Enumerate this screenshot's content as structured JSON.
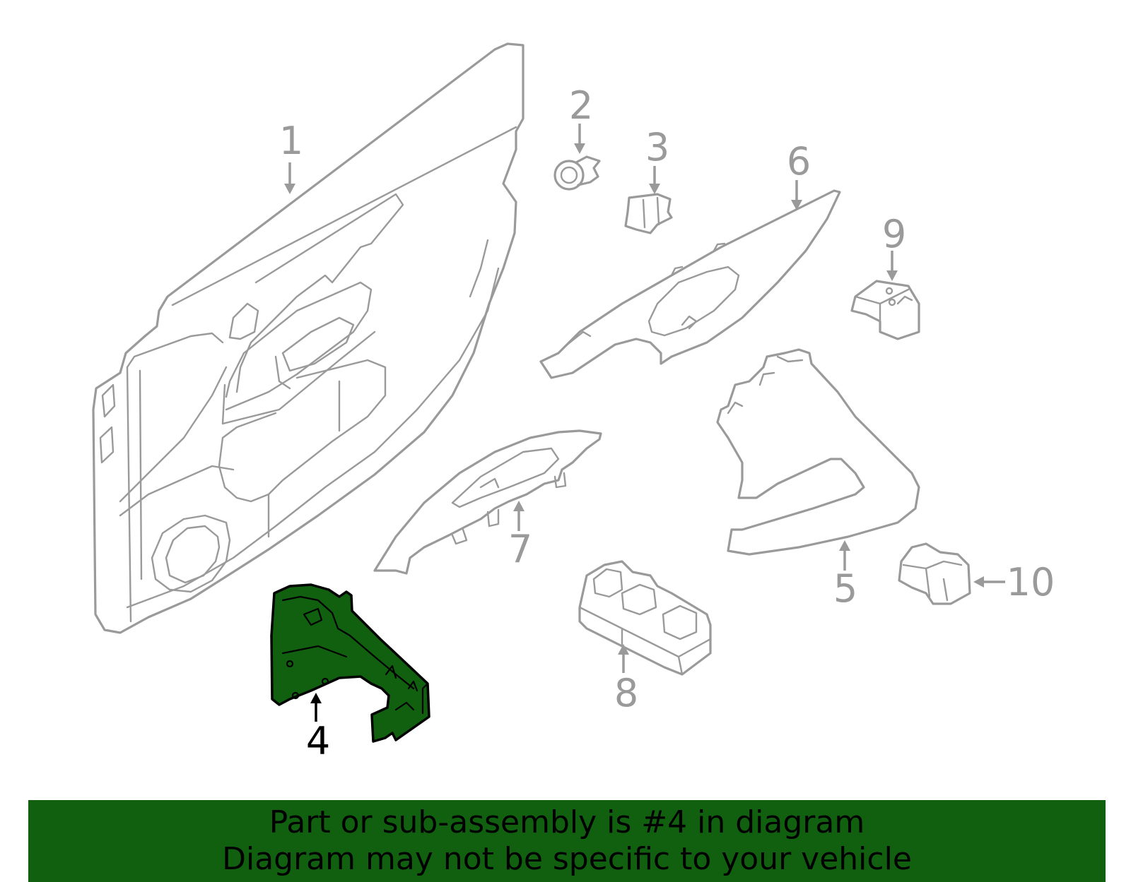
{
  "callouts": {
    "c1": "1",
    "c2": "2",
    "c3": "3",
    "c4": "4",
    "c5": "5",
    "c6": "6",
    "c7": "7",
    "c8": "8",
    "c9": "9",
    "c10": "10"
  },
  "highlighted_part": "4",
  "banner": {
    "line1": "Part or sub-assembly is #4 in diagram",
    "line2": "Diagram may not be specific to your vehicle"
  },
  "colors": {
    "highlight_fill": "#106010",
    "part_outline": "#9a9a9a",
    "banner_background": "#106010",
    "text_dark": "#000000"
  }
}
